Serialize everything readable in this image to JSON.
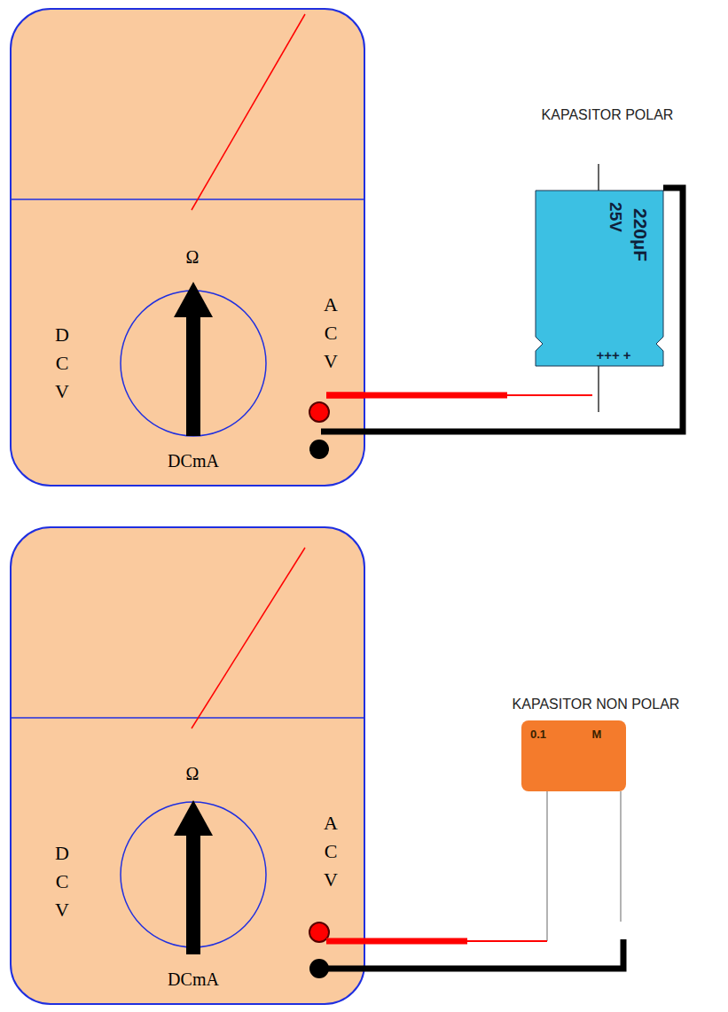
{
  "diagram": {
    "nodes": [
      {
        "text": [
          "Ω",
          "D C V",
          "A C V",
          "DCmA"
        ]
      },
      {
        "text": [
          "KAPASITOR POLAR",
          "220µF",
          "25V",
          "+++ +"
        ]
      },
      {
        "text": [
          "Ω",
          "D C V",
          "A C V",
          "DCmA"
        ]
      },
      {
        "text": [
          "KAPASITOR NON POLAR",
          "0.1",
          "M"
        ]
      }
    ],
    "edges": [
      {
        "from": 0,
        "to": 1,
        "arrow": "none"
      },
      {
        "from": 0,
        "to": 1,
        "arrow": "none"
      },
      {
        "from": 2,
        "to": 3,
        "arrow": "none"
      },
      {
        "from": 2,
        "to": 3,
        "arrow": "none"
      }
    ]
  }
}
